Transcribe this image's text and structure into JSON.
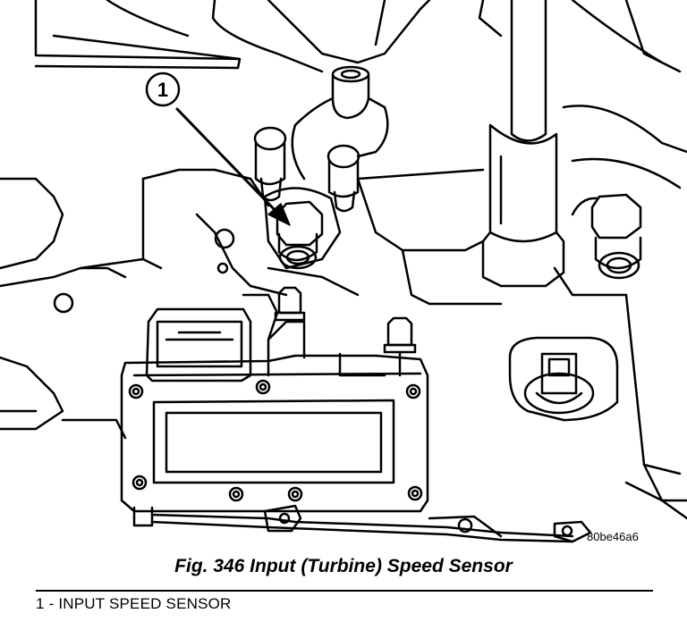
{
  "figure": {
    "callout_number": "1",
    "reference_code": "80be46a6",
    "caption": "Fig. 346 Input (Turbine) Speed Sensor"
  },
  "legend": {
    "items": [
      {
        "label": "1 - INPUT SPEED SENSOR"
      }
    ]
  }
}
